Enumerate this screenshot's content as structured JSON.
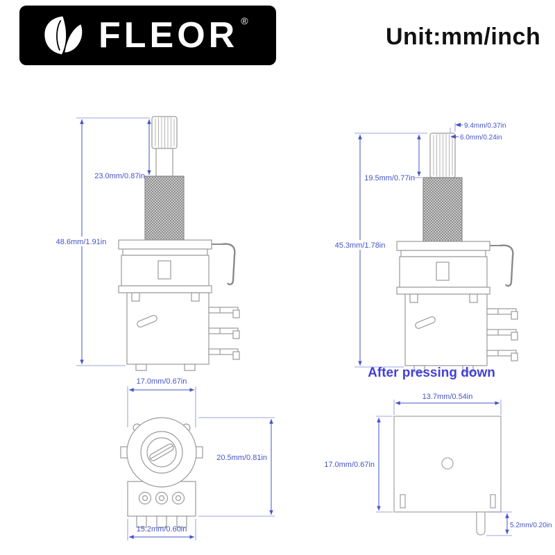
{
  "header": {
    "brand": "FLEOR",
    "registered": "®",
    "unit": "Unit:mm/inch"
  },
  "captions": {
    "pressed": "After pressing down"
  },
  "dims": {
    "side_normal": {
      "shaft": "23.0mm/0.87in",
      "total": "48.6mm/1.91in"
    },
    "side_pressed": {
      "knob_w": "9.4mm/0.37in",
      "shaft_w": "6.0mm/0.24in",
      "shaft": "19.5mm/0.77in",
      "total": "45.3mm/1.78in"
    },
    "front": {
      "top_width": "17.0mm/0.67in",
      "height": "20.5mm/0.81in",
      "bottom_width": "15.2mm/0.60in"
    },
    "base": {
      "width": "13.7mm/0.54in",
      "height": "17.0mm/0.67in",
      "pin": "5.2mm/0.20in"
    }
  },
  "colors": {
    "dimension_blue": "#4553c9",
    "caption_blue": "#4340d6",
    "line_art_gray": "#9a9a9a",
    "logo_background": "#000000"
  }
}
